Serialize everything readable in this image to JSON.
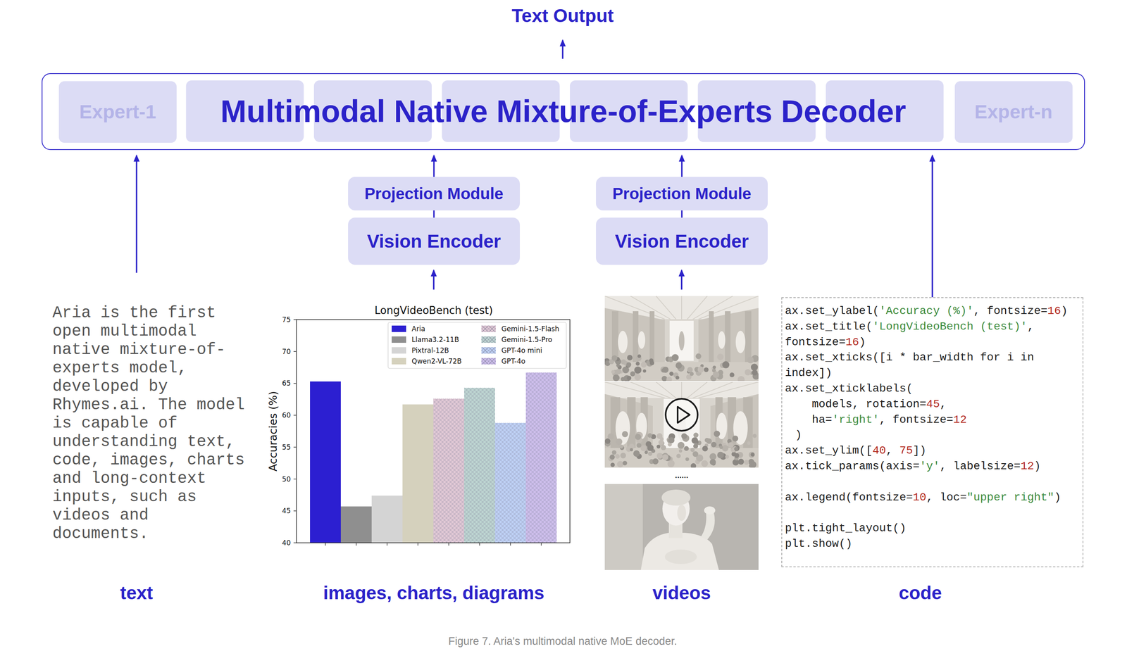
{
  "diagram": {
    "caption": "Figure 7. Aria's multimodal native MoE decoder.",
    "nodes": [
      {
        "text": [
          "Multimodal Native Mixture-of-Experts Decoder"
        ]
      },
      {
        "text": [
          "Expert-1"
        ],
        "in": 0
      },
      {
        "text": [
          "Expert-n"
        ],
        "in": 0
      },
      {
        "text": [
          "Projection Module"
        ]
      },
      {
        "text": [
          "Vision Encoder"
        ]
      },
      {
        "text": [
          "Projection Module"
        ]
      },
      {
        "text": [
          "Vision Encoder"
        ]
      },
      {
        "text": [
          "ax.set_ylabel('Accuracy (%)', fontsize=16)",
          "ax.set_title('LongVideoBench (test)', fontsize=16)",
          "ax.set_xticks([i * bar_width for i in index])",
          "ax.set_xticklabels(",
          "models, rotation=45,",
          "ha='right', fontsize=12",
          ")",
          "ax.set_ylim([40, 75])",
          "ax.tick_params(axis='y', labelsize=12)",
          "ax.legend(fontsize=10, loc=\"upper right\")",
          "plt.tight_layout()",
          "plt.show()"
        ]
      }
    ],
    "edges": [
      {
        "from": 4,
        "to": 3,
        "arrow": "none"
      },
      {
        "from": 3,
        "to": 0,
        "arrow": "to"
      },
      {
        "from": 6,
        "to": 5,
        "arrow": "none"
      },
      {
        "from": 5,
        "to": 0,
        "arrow": "to"
      },
      {
        "from": 7,
        "to": 0,
        "arrow": "to"
      }
    ],
    "labels": [
      "Text Output",
      "Aria is the first open multimodal native mixture-of-experts model, developed by Rhymes.ai. The model is capable of understanding text, code, images, charts and long-context inputs, such as videos and documents.",
      "LongVideoBench (test)",
      "Accuracies (%)",
      "75",
      "70",
      "65",
      "60",
      "55",
      "50",
      "45",
      "40",
      "......",
      "text",
      "images, charts, diagrams",
      "videos",
      "code"
    ],
    "legend": [
      {
        "text": "Aria",
        "color": "#2c1fd1"
      },
      {
        "text": "Llama3.2-11B",
        "color": "#8f8f8f"
      },
      {
        "text": "Pixtral-12B",
        "color": "#d4d4d4"
      },
      {
        "text": "Qwen2-VL-72B",
        "color": "#d5d1bd"
      },
      {
        "text": "Gemini-1.5-Flash",
        "color": "#e0c8d5"
      },
      {
        "text": "Gemini-1.5-Pro",
        "color": "#bdd4d1"
      },
      {
        "text": "GPT-4o mini",
        "color": "#bed0f4"
      },
      {
        "text": "GPT-4o",
        "color": "#cdbeeb"
      }
    ]
  }
}
